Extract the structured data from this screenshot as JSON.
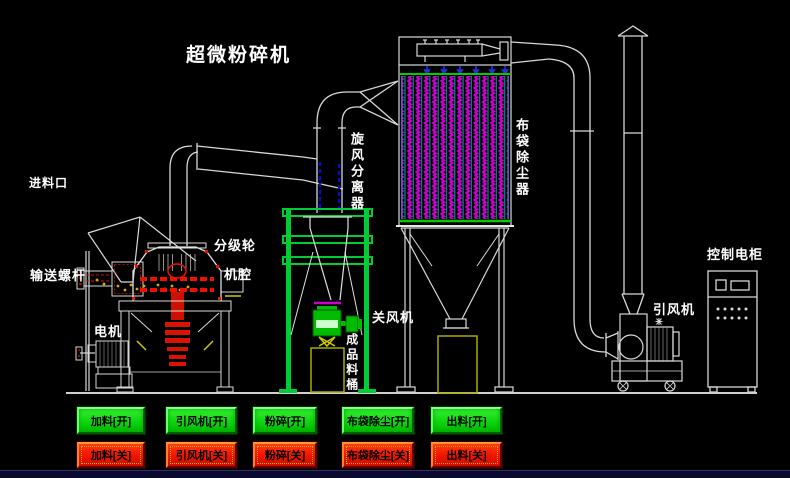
{
  "title": "超微粉碎机",
  "labels": {
    "feed_inlet": "进料口",
    "screw_conveyor": "输送螺杆",
    "motor": "电机",
    "classifier_wheel": "分级轮",
    "chamber": "机腔",
    "cyclone_separator": "旋风分离器",
    "rotary_airlock": "关风机",
    "product_barrel": "成品料桶",
    "bag_filter": "布袋除尘器",
    "induced_draft_fan": "引风机",
    "control_cabinet": "控制电柜"
  },
  "buttons": {
    "on": [
      {
        "label": "加料[开]"
      },
      {
        "label": "引风机[开]"
      },
      {
        "label": "粉碎[开]"
      },
      {
        "label": "布袋除尘[开]"
      },
      {
        "label": "出料[开]"
      }
    ],
    "off": [
      {
        "label": "加料[关]"
      },
      {
        "label": "引风机[关]"
      },
      {
        "label": "粉碎[关]"
      },
      {
        "label": "布袋除尘[关]"
      },
      {
        "label": "出料[关]"
      }
    ]
  },
  "colors": {
    "background": "#000000",
    "line": "#d8d8d8",
    "on_button": "#0ed60e",
    "off_button": "#ee1400",
    "frame_green": "#00cc33",
    "bag_magenta": "#cc00cc",
    "bag_cyan": "#00aaaa",
    "detail_red": "#ee1100",
    "accent_yellow": "#ccaa00",
    "barrel_yellow": "#aaaa00",
    "pipe_dashed_blue": "#0011cc"
  }
}
